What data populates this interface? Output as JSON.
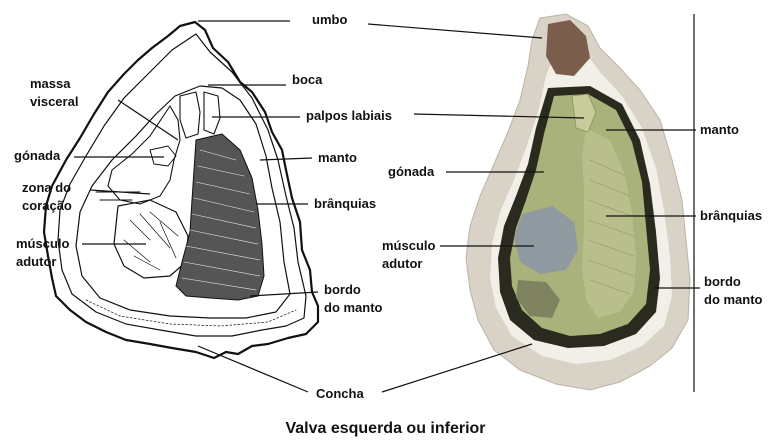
{
  "labels": {
    "umbo": "umbo",
    "boca": "boca",
    "massa_visceral_1": "massa",
    "massa_visceral_2": "visceral",
    "palpos_labiais": "palpos labiais",
    "gonada_left": "gónada",
    "manto_left": "manto",
    "zona_1": "zona do",
    "zona_2": "coração",
    "branquias_left": "brânquias",
    "musculo_left_1": "músculo",
    "musculo_left_2": "adutor",
    "bordo_left_1": "bordo",
    "bordo_left_2": "do manto",
    "concha": "Concha",
    "manto_right": "manto",
    "gonada_right": "gónada",
    "branquias_right": "brânquias",
    "musculo_right_1": "músculo",
    "musculo_right_2": "adutor",
    "bordo_right_1": "bordo",
    "bordo_right_2": "do manto"
  },
  "caption": "Valva esquerda ou inferior",
  "colors": {
    "line": "#111111",
    "shell_outer": "#d9d2c6",
    "shell_nacre": "#f2efe8",
    "mantle_edge": "#2a2a1e",
    "body": "#a9b27a",
    "gills": "#b9bf8c",
    "muscle": "#8e9aa0"
  }
}
